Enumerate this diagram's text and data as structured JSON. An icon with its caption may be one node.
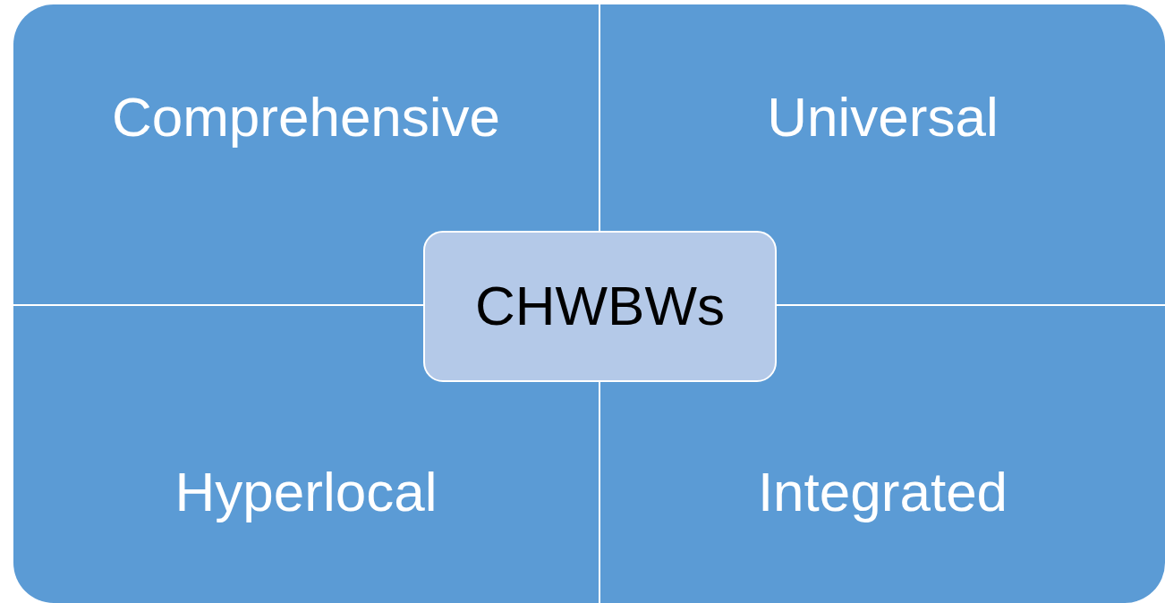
{
  "diagram": {
    "nodes": [
      {
        "text": [
          "Comprehensive"
        ]
      },
      {
        "text": [
          "Universal"
        ]
      },
      {
        "text": [
          "CHWBWs"
        ]
      },
      {
        "text": [
          "Hyperlocal"
        ]
      },
      {
        "text": [
          "Integrated"
        ]
      }
    ]
  }
}
